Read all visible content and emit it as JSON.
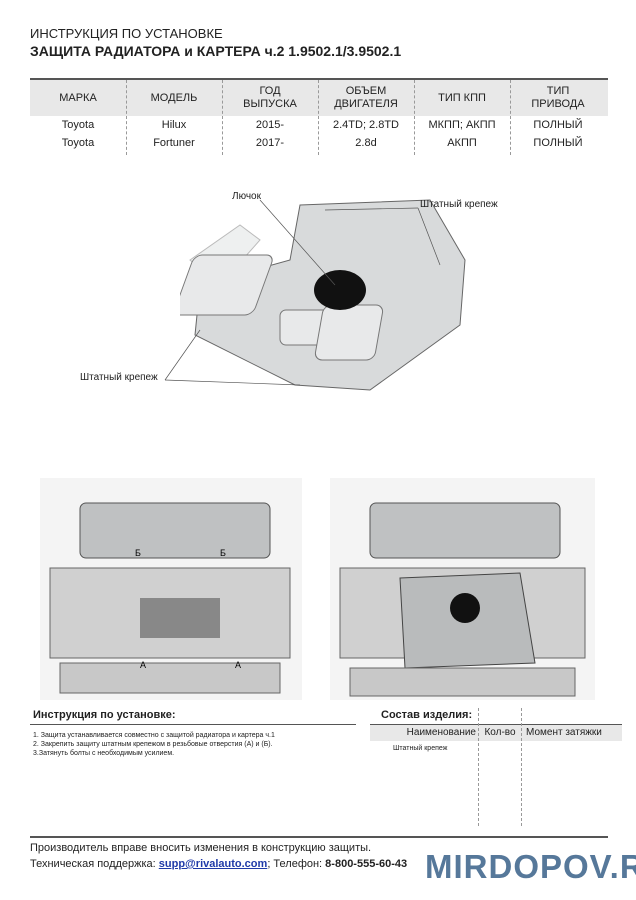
{
  "header": {
    "line1": "ИНСТРУКЦИЯ ПО УСТАНОВКЕ",
    "line2": "ЗАЩИТА РАДИАТОРА и КАРТЕРА  ч.2  1.9502.1/3.9502.1"
  },
  "table": {
    "columns": [
      [
        "МАРКА",
        ""
      ],
      [
        "МОДЕЛЬ",
        ""
      ],
      [
        "ГОД",
        "ВЫПУСКА"
      ],
      [
        "ОБЪЕМ",
        "ДВИГАТЕЛЯ"
      ],
      [
        "ТИП КПП",
        ""
      ],
      [
        "ТИП",
        "ПРИВОДА"
      ]
    ],
    "rows": [
      [
        "Toyota",
        "Hilux",
        "2015-",
        "2.4TD; 2.8TD",
        "МКПП; АКПП",
        "ПОЛНЫЙ"
      ],
      [
        "Toyota",
        "Fortuner",
        "2017-",
        "2.8d",
        "АКПП",
        "ПОЛНЫЙ"
      ]
    ]
  },
  "diagram": {
    "hatch_label": "Лючок",
    "fastener_label_top": "Штатный крепеж",
    "fastener_label_left": "Штатный крепеж",
    "mark_a": "А",
    "mark_b": "Б"
  },
  "instructions": {
    "title": "Инструкция по установке:",
    "steps": [
      "1. Защита устанавливается совместно с защитой радиатора и картера ч.1",
      "2. Закрепить защиту штатным крепежом в резьбовые отверстия (А) и (Б).",
      "3.Затянуть болты с необходимым усилием."
    ]
  },
  "kit": {
    "title": "Состав изделия:",
    "headers": [
      "Наименование",
      "Кол-во",
      "Момент затяжки"
    ],
    "items": [
      [
        "Штатный крепеж",
        "",
        ""
      ]
    ]
  },
  "footer": {
    "line1": "Производитель вправе вносить изменения в конструкцию защиты.",
    "support_label": "Техническая поддержка: ",
    "email": "supp@rivalauto.com",
    "phone_label": "; Телефон: ",
    "phone": "8-800-555-60-43"
  },
  "watermark": "MIRDOPOV.RU"
}
